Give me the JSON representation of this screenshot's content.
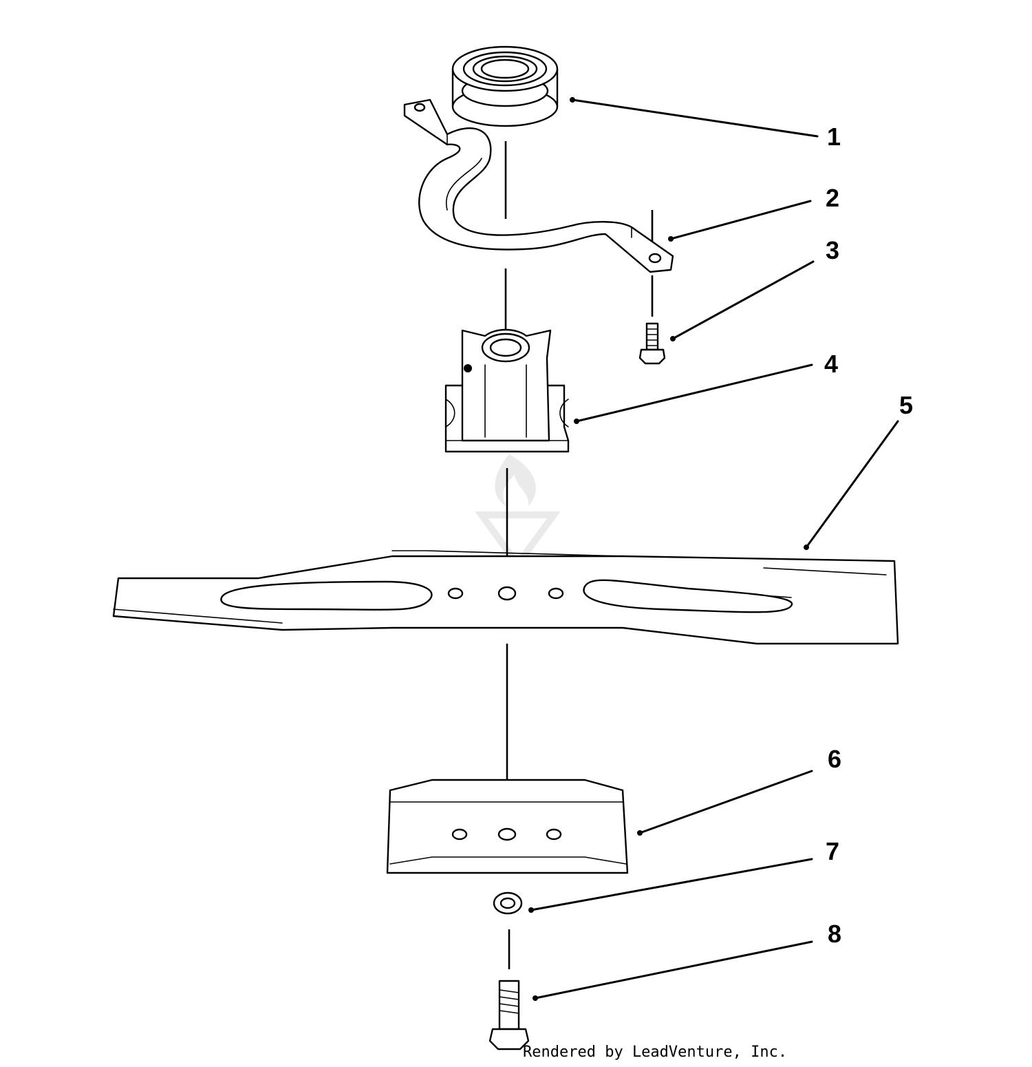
{
  "callouts": [
    {
      "id": "1",
      "label": "1"
    },
    {
      "id": "2",
      "label": "2"
    },
    {
      "id": "3",
      "label": "3"
    },
    {
      "id": "4",
      "label": "4"
    },
    {
      "id": "5",
      "label": "5"
    },
    {
      "id": "6",
      "label": "6"
    },
    {
      "id": "7",
      "label": "7"
    },
    {
      "id": "8",
      "label": "8"
    }
  ],
  "footer": {
    "credit": "Rendered by LeadVenture, Inc."
  }
}
